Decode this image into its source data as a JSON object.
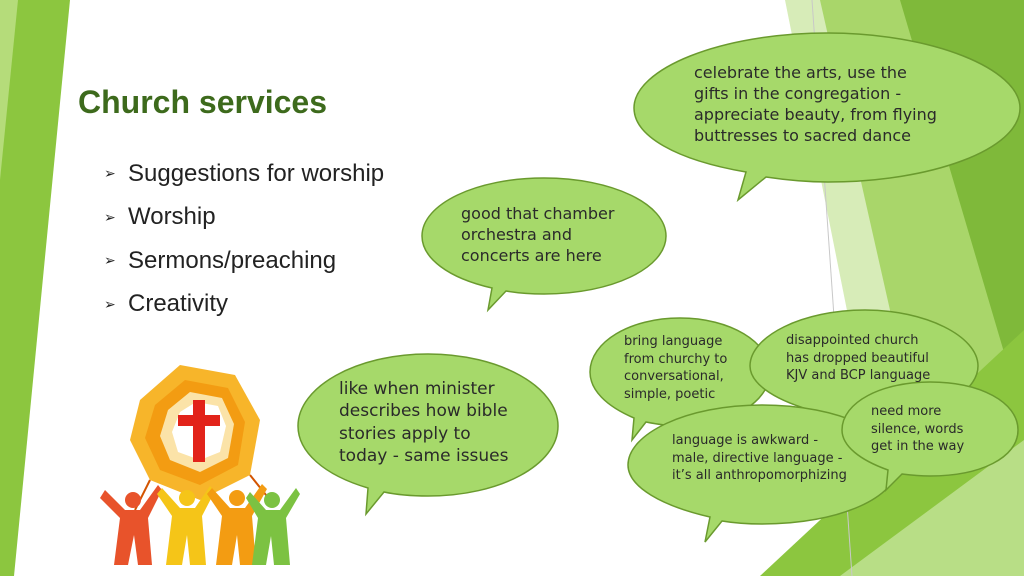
{
  "slide": {
    "title": "Church services",
    "bullets": [
      "Suggestions for worship",
      "Worship",
      "Sermons/preaching",
      "Creativity"
    ],
    "bubbles": [
      {
        "id": "arts",
        "text": "celebrate the arts, use the\ngifts in the congregation -\nappreciate beauty, from flying\nbuttresses to sacred dance"
      },
      {
        "id": "orchestra",
        "text": "good that chamber\norchestra and\nconcerts are here"
      },
      {
        "id": "bible",
        "text": "like when minister\ndescribes how bible\nstories apply to\ntoday - same issues"
      },
      {
        "id": "conversational",
        "text": "bring language\nfrom churchy to\nconversational,\nsimple, poetic"
      },
      {
        "id": "kjv",
        "text": "disappointed church\nhas dropped beautiful\nKJV and BCP language"
      },
      {
        "id": "silence",
        "text": "need more\nsilence, words\nget in the way"
      },
      {
        "id": "awkward",
        "text": "language is awkward -\nmale, directive language -\nit’s all anthropomorphizing"
      }
    ]
  },
  "theme": {
    "title_color": "#3d6a1c",
    "bubble_fill": "#a6d96a",
    "bubble_stroke": "#6a9a2e",
    "accent_green": "#8cc63f"
  }
}
